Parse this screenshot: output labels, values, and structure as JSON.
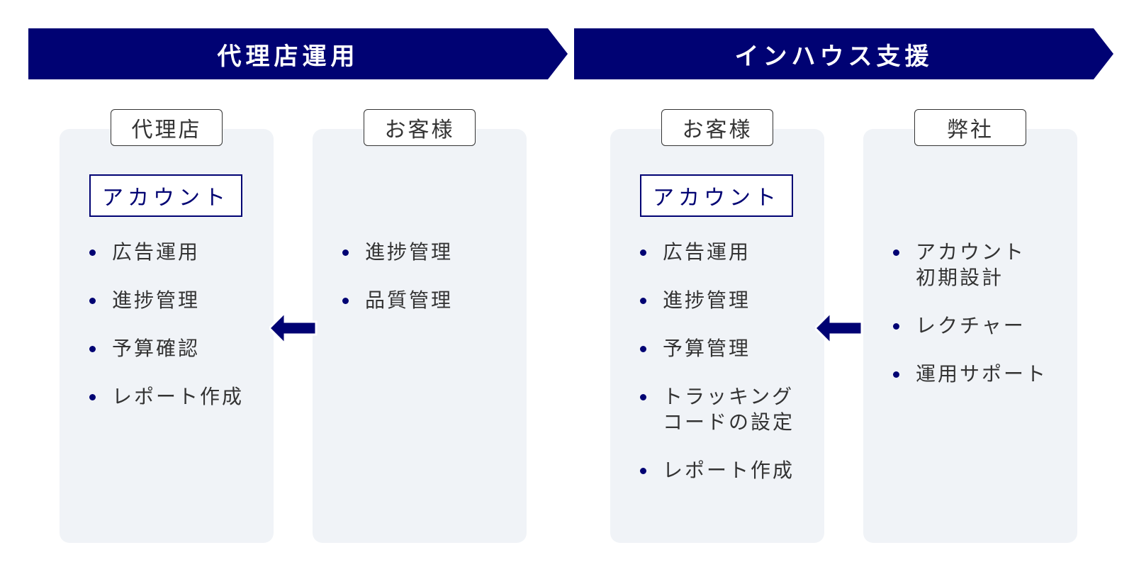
{
  "banners": {
    "left": "代理店運用",
    "right": "インハウス支援"
  },
  "sections": {
    "agency": {
      "agency_panel": {
        "tag": "代理店",
        "account": "アカウント",
        "items": [
          "広告運用",
          "進捗管理",
          "予算確認",
          "レポート作成"
        ]
      },
      "client_panel": {
        "tag": "お客様",
        "items": [
          "進捗管理",
          "品質管理"
        ]
      }
    },
    "inhouse": {
      "client_panel": {
        "tag": "お客様",
        "account": "アカウント",
        "items": [
          "広告運用",
          "進捗管理",
          "予算管理",
          "トラッキング\nコードの設定",
          "レポート作成"
        ]
      },
      "our_panel": {
        "tag": "弊社",
        "items": [
          "アカウント\n初期設計",
          "レクチャー",
          "運用サポート"
        ]
      }
    }
  },
  "colors": {
    "navy": "#000273",
    "panel_bg": "#f0f3f7",
    "text": "#333333"
  },
  "icons": {
    "arrow": "arrow-left-icon"
  }
}
